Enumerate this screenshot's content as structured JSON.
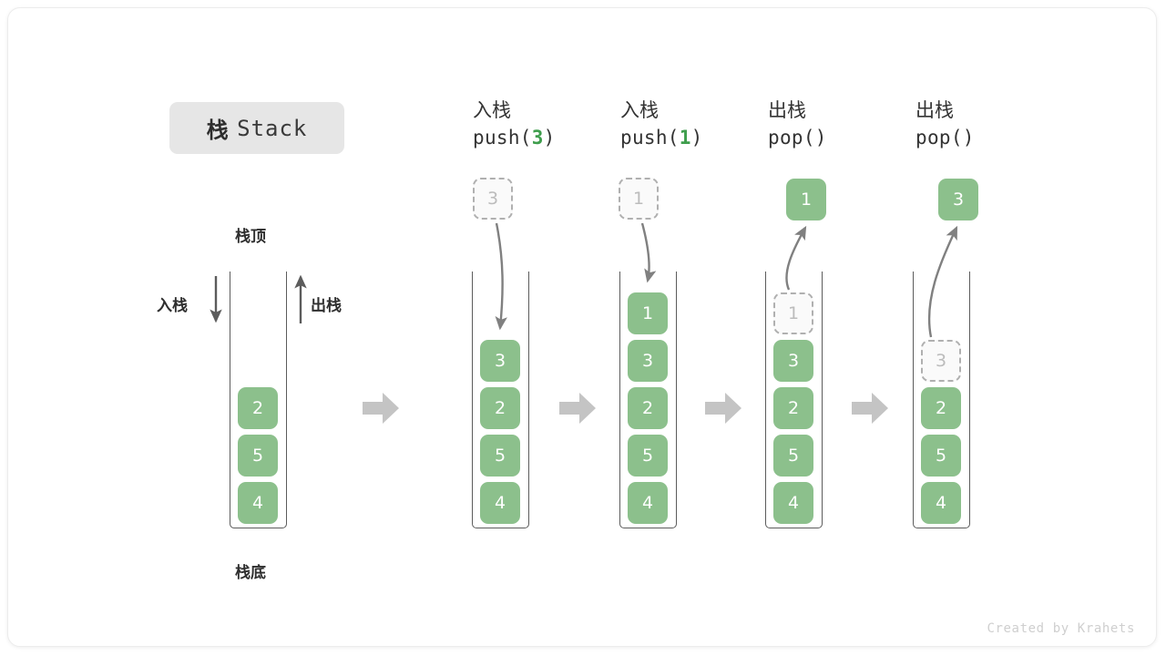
{
  "figure": {
    "title_cn": "栈",
    "title_en": "Stack",
    "credit": "Created by Krahets",
    "top_label": "栈顶",
    "bottom_label": "栈底",
    "push_side_label": "入栈",
    "pop_side_label": "出栈",
    "colors": {
      "cell_fill": "#8cc08c",
      "cell_text": "#ffffff",
      "ghost_border": "#b0b0b0",
      "ghost_text": "#bcbcbc",
      "accent_number": "#3f9e4d",
      "arrow_gray": "#c4c4c4",
      "badge_bg": "#e6e6e6"
    }
  },
  "steps": [
    {
      "id": "initial",
      "op_cn": "",
      "op_code_prefix": "",
      "op_code_value": "",
      "op_code_suffix": "",
      "stack": [
        "2",
        "5",
        "4"
      ],
      "ghost_in_stack": null,
      "incoming": null,
      "outgoing": null
    },
    {
      "id": "push-3",
      "op_cn": "入栈",
      "op_code_prefix": "push(",
      "op_code_value": "3",
      "op_code_suffix": ")",
      "stack": [
        "3",
        "2",
        "5",
        "4"
      ],
      "ghost_in_stack": null,
      "incoming": "3",
      "outgoing": null
    },
    {
      "id": "push-1",
      "op_cn": "入栈",
      "op_code_prefix": "push(",
      "op_code_value": "1",
      "op_code_suffix": ")",
      "stack": [
        "1",
        "3",
        "2",
        "5",
        "4"
      ],
      "ghost_in_stack": null,
      "incoming": "1",
      "outgoing": null
    },
    {
      "id": "pop-1",
      "op_cn": "出栈",
      "op_code_prefix": "pop(",
      "op_code_value": "",
      "op_code_suffix": ")",
      "stack": [
        "3",
        "2",
        "5",
        "4"
      ],
      "ghost_in_stack": "1",
      "incoming": null,
      "outgoing": "1"
    },
    {
      "id": "pop-3",
      "op_cn": "出栈",
      "op_code_prefix": "pop(",
      "op_code_value": "",
      "op_code_suffix": ")",
      "stack": [
        "2",
        "5",
        "4"
      ],
      "ghost_in_stack": "3",
      "incoming": null,
      "outgoing": "3"
    }
  ],
  "separators": [
    "arrow-right-icon",
    "arrow-right-icon",
    "arrow-right-icon",
    "arrow-right-icon"
  ]
}
